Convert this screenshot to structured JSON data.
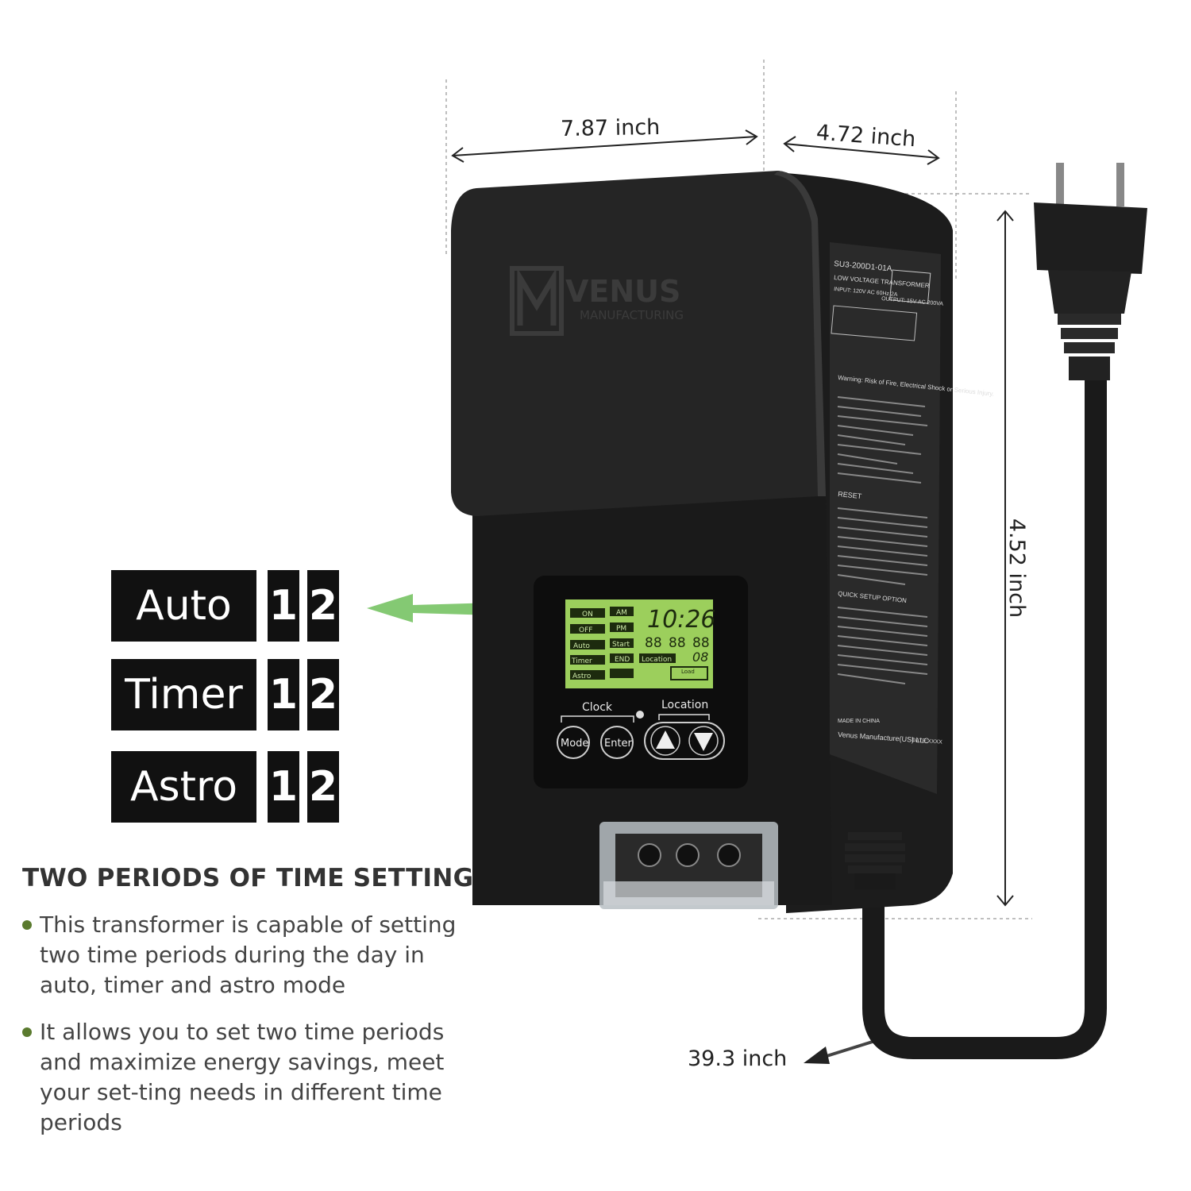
{
  "dimensions": {
    "width": "7.87 inch",
    "depth": "4.72 inch",
    "height": "4.52 inch",
    "cord": "39.3 inch"
  },
  "modes": [
    {
      "label": "Auto",
      "n1": "1",
      "n2": "2"
    },
    {
      "label": "Timer",
      "n1": "1",
      "n2": "2"
    },
    {
      "label": "Astro",
      "n1": "1",
      "n2": "2"
    }
  ],
  "feature": {
    "title": "TWO PERIODS OF TIME SETTING",
    "bullets": [
      "This transformer is capable of setting two time periods during the day in auto, timer and astro mode",
      "It allows you to set two time periods and maximize energy savings, meet your set-ting needs in different time periods"
    ]
  },
  "device": {
    "brand": "VENUS",
    "brand_sub": "MANUFACTURING",
    "lcd": {
      "time": "10:26",
      "on": "ON",
      "off": "OFF",
      "am": "AM",
      "pm": "PM",
      "auto": "Auto",
      "timer": "Timer",
      "astro": "Astro",
      "start": "Start",
      "end": "END",
      "location": "Location",
      "digits": "88",
      "loc_value": "08",
      "load": "Load"
    },
    "clock_label": "Clock",
    "location_label": "Location",
    "mode_button": "Mode",
    "enter_button": "Enter",
    "side_label": {
      "model": "SU3-200D1-01A",
      "type": "LOW VOLTAGE TRANSFORMER",
      "input": "INPUT: 120V AC 60Hz 2A",
      "output": "OUTPUT: 15V AC 200VA",
      "warning": "Warning: Risk of Fire, Electrical Shock or Serious Injury.",
      "reset": "RESET",
      "quick": "QUICK SETUP OPTION",
      "made_in": "MADE IN CHINA",
      "maker": "Venus Manufacture(US) LLC",
      "date": "DATE:XXXX"
    }
  },
  "colors": {
    "accent_green": "#5a7a2e",
    "arrow_green": "#6fbf5a",
    "lcd_green": "#9ccf5c",
    "device_black": "#1e1e1e"
  }
}
